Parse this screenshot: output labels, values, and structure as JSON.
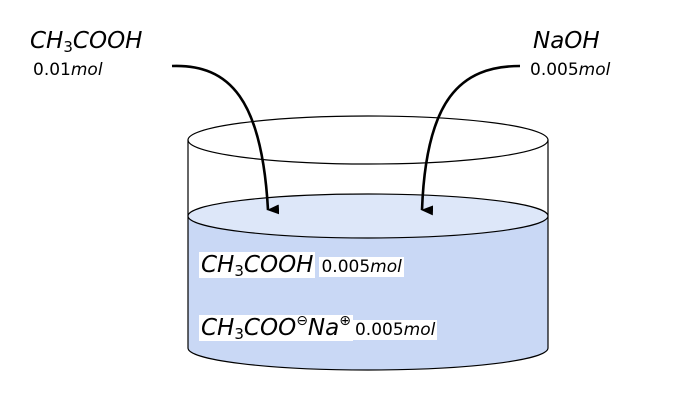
{
  "reactants": {
    "acid": {
      "formula_pre": "CH",
      "formula_sub": "3",
      "formula_post": "COOH",
      "amount_value": "0.01",
      "amount_unit": "mol"
    },
    "base": {
      "formula": "NaOH",
      "amount_value": "0.005",
      "amount_unit": "mol"
    }
  },
  "solution": {
    "acid": {
      "formula_pre": "CH",
      "formula_sub": "3",
      "formula_post": "COOH",
      "amount_value": "0.005",
      "amount_unit": "mol"
    },
    "salt": {
      "formula_pre": "CH",
      "formula_sub": "3",
      "formula_mid": "COO",
      "anion_charge": "⊖",
      "cation": "Na",
      "cation_charge": "⊕",
      "amount_value": "0.005",
      "amount_unit": "mol"
    }
  },
  "colors": {
    "liquid": "#c9d8f5",
    "liquid_surface": "#dde7f9",
    "outline": "#000000",
    "arrow": "#000000"
  }
}
